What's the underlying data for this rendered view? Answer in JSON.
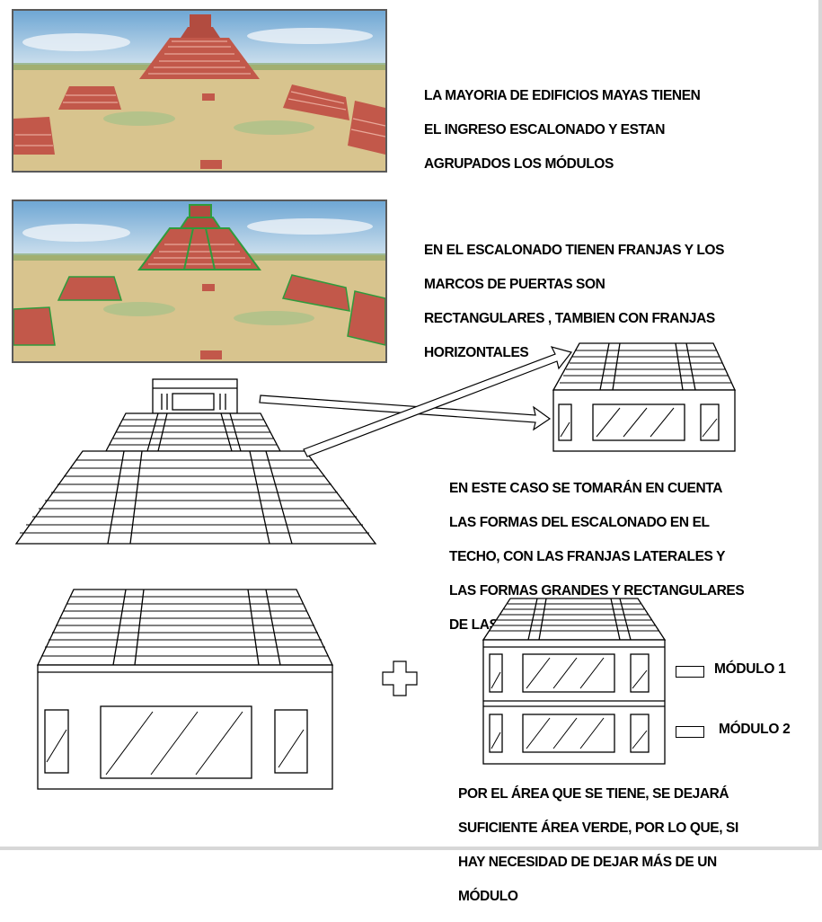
{
  "text_blocks": {
    "block1": [
      "LA MAYORIA DE EDIFICIOS MAYAS TIENEN",
      "EL INGRESO ESCALONADO Y ESTAN",
      "AGRUPADOS LOS MÓDULOS"
    ],
    "block2": [
      "EN EL ESCALONADO TIENEN FRANJAS Y LOS",
      "MARCOS DE PUERTAS SON",
      "RECTANGULARES , TAMBIEN CON FRANJAS",
      "HORIZONTALES"
    ],
    "block3": [
      "EN ESTE CASO SE TOMARÁN EN CUENTA",
      "LAS FORMAS DEL ESCALONADO EN EL",
      "TECHO, CON LAS FRANJAS LATERALES Y",
      "LAS FORMAS GRANDES Y RECTANGULARES",
      "DE LAS VENTANAS"
    ],
    "block4": [
      "POR EL ÁREA QUE SE TIENE, SE DEJARÁ",
      "SUFICIENTE ÁREA VERDE, POR LO QUE, SI",
      "HAY NECESIDAD DE DEJAR MÁS DE UN",
      "MÓDULO"
    ]
  },
  "legend": {
    "module1": "MÓDULO 1",
    "module2": "MÓDULO 2"
  },
  "colors": {
    "sky": "#7fb6d8",
    "ground": "#d8c48e",
    "temple": "#c2584a",
    "highlight": "#2f9b3c",
    "line": "#000000"
  }
}
